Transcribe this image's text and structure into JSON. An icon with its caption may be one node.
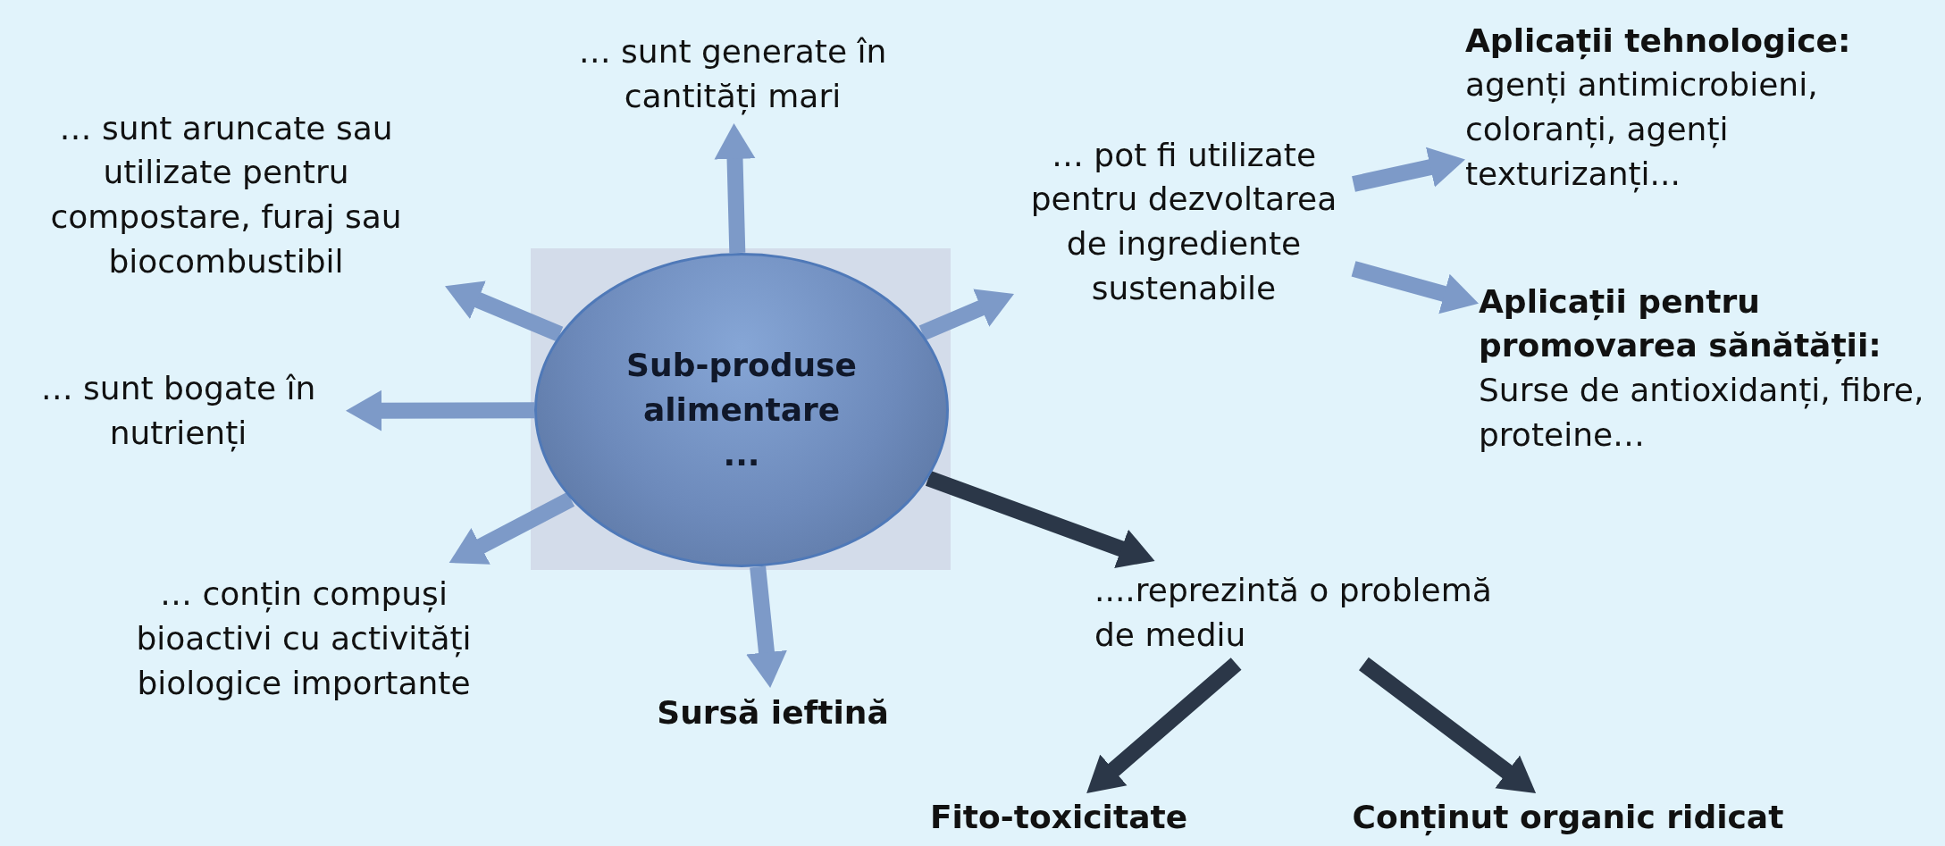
{
  "diagram": {
    "nodes": [
      {
        "text": [
          "Sub-produse alimentare ..."
        ]
      },
      {
        "text": [
          "… sunt generate în cantități mari"
        ]
      },
      {
        "text": [
          "… sunt aruncate sau utilizate pentru compostare, furaj sau biocombustibil"
        ]
      },
      {
        "text": [
          "… pot fi utilizate pentru dezvoltarea de ingrediente sustenabile"
        ]
      },
      {
        "text": [
          "Aplicații tehnologice:",
          "agenți antimicrobieni, coloranți, agenți texturizanți..."
        ]
      },
      {
        "text": [
          "Aplicații pentru promovarea sănătății:",
          "Surse de antioxidanți, fibre, proteine…"
        ]
      },
      {
        "text": [
          "… sunt bogate în nutrienți"
        ]
      },
      {
        "text": [
          "… conțin compuși bioactivi cu activități biologice importante"
        ]
      },
      {
        "text": [
          "Sursă ieftină"
        ]
      },
      {
        "text": [
          "....reprezintă o problemă de mediu"
        ]
      },
      {
        "text": [
          "Fito-toxicitate"
        ]
      },
      {
        "text": [
          "Conținut organic ridicat"
        ]
      }
    ],
    "edges": [
      {
        "from": 0,
        "to": 1,
        "arrow": "to"
      },
      {
        "from": 0,
        "to": 2,
        "arrow": "to"
      },
      {
        "from": 0,
        "to": 3,
        "arrow": "to"
      },
      {
        "from": 3,
        "to": 4,
        "arrow": "to"
      },
      {
        "from": 3,
        "to": 5,
        "arrow": "to"
      },
      {
        "from": 0,
        "to": 6,
        "arrow": "to"
      },
      {
        "from": 0,
        "to": 7,
        "arrow": "to"
      },
      {
        "from": 0,
        "to": 8,
        "arrow": "to"
      },
      {
        "from": 0,
        "to": 9,
        "arrow": "to",
        "color": "#2b3748"
      },
      {
        "from": 9,
        "to": 10,
        "arrow": "to",
        "color": "#2b3748"
      },
      {
        "from": 9,
        "to": 11,
        "arrow": "to",
        "color": "#2b3748"
      }
    ]
  }
}
